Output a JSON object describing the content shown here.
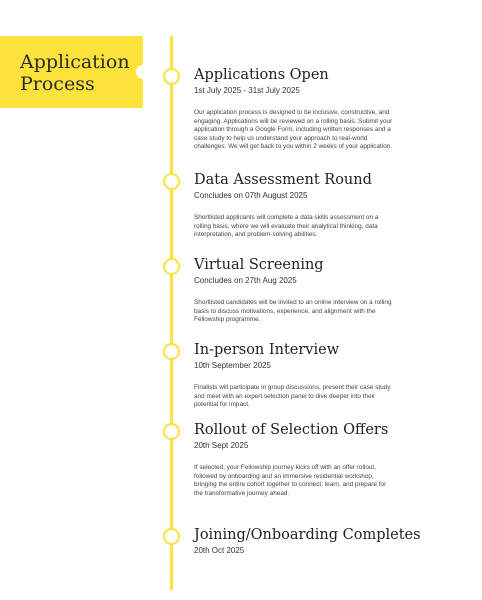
{
  "header": {
    "title_line1": "Application",
    "title_line2": "Process"
  },
  "steps": [
    {
      "title": "Applications Open",
      "date": "1st July 2025 - 31st July 2025",
      "description": "Our application process is designed to be inclusive, constructive, and engaging. Applications will be reviewed on a rolling basis. Submit your application through a Google Form, including written responses and a case study to help us understand your approach to real-world challenges. We will get back to you within 2 weeks of your application."
    },
    {
      "title": "Data Assessment Round",
      "date": "Concludes on 07th August 2025",
      "description": "Shortlisted applicants will complete a data skills assessment on a rolling basis, where we will evaluate their analytical thinking, data interpretation, and problem-solving abilities."
    },
    {
      "title": "Virtual Screening",
      "date": "Concludes on 27th Aug 2025",
      "description": "Shortlisted candidates will be invited to an online interview on a rolling basis to discuss motivations, experience, and alignment with the Fellowship programme."
    },
    {
      "title": "In-person Interview",
      "date": "10th September 2025",
      "description": "Finalists will participate in group discussions, present their case study and meet with an expert selection panel to dive deeper into their potential for impact."
    },
    {
      "title": "Rollout of Selection Offers",
      "date": "20th Sept 2025",
      "description": "If selected, your Fellowship journey kicks off with an offer rollout, followed by onboarding and an immersive residential workshop, bringing the entire cohort together to connect, learn, and prepare for the transformative journey ahead."
    },
    {
      "title": "Joining/Onboarding Completes",
      "date": "20th Oct 2025",
      "description": ""
    }
  ],
  "colors": {
    "accent": "#FDE23B",
    "text": "#222222",
    "background": "#FFFFFF"
  }
}
